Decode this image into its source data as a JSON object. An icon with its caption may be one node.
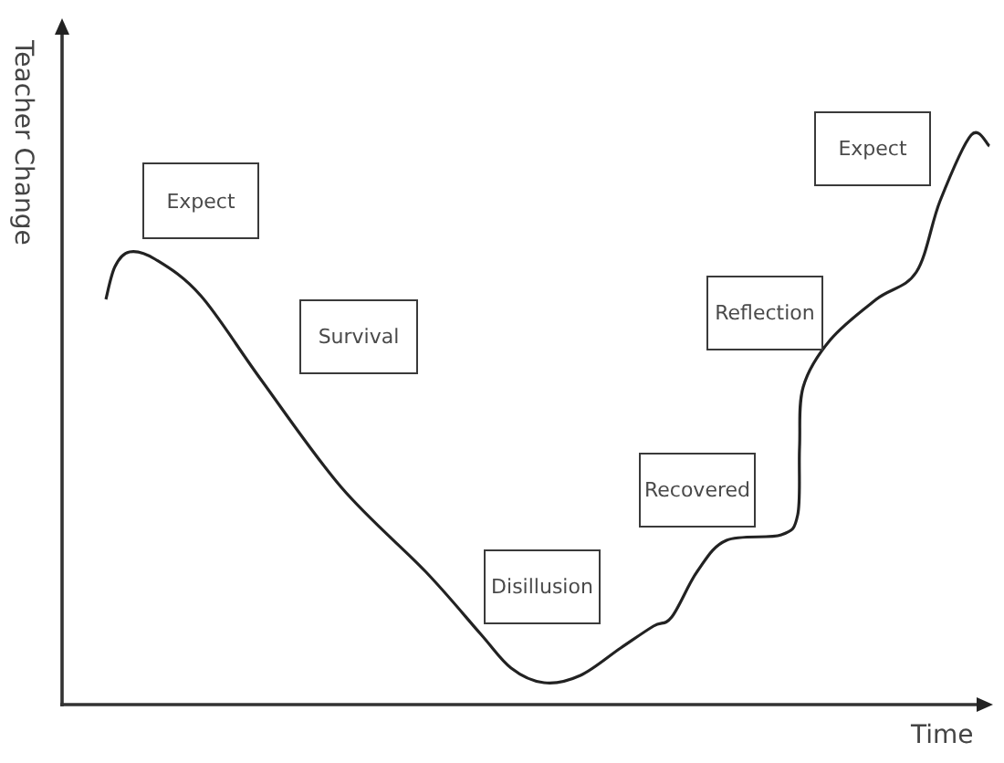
{
  "diagram": {
    "nodes": [
      {
        "text": [
          "Expect"
        ]
      },
      {
        "text": [
          "Survival"
        ]
      },
      {
        "text": [
          "Disillusion"
        ]
      },
      {
        "text": [
          "Recovered"
        ]
      },
      {
        "text": [
          "Reflection"
        ]
      },
      {
        "text": [
          "Expect"
        ]
      }
    ],
    "labels": [
      "Teacher Change",
      "Time"
    ]
  }
}
